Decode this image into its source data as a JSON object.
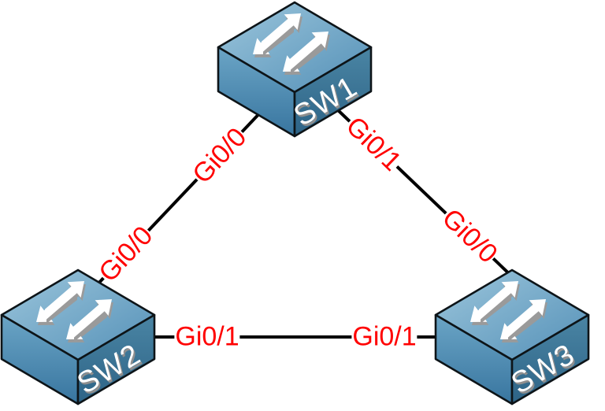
{
  "diagram": {
    "type": "network-topology",
    "description": "Three Cisco switches connected in a triangle",
    "background_color": "#ffffff",
    "link_color": "#000000",
    "interface_label_color": "#ff0000",
    "node_label_color": "#ffffff",
    "switch_top_color": "#8fbcd6",
    "switch_side_color": "#38759f",
    "nodes": [
      {
        "id": "sw1",
        "label": "SW1",
        "type": "switch"
      },
      {
        "id": "sw2",
        "label": "SW2",
        "type": "switch"
      },
      {
        "id": "sw3",
        "label": "SW3",
        "type": "switch"
      }
    ],
    "links": [
      {
        "from": "SW1",
        "from_interface": "Gi0/0",
        "to": "SW2",
        "to_interface": "Gi0/0"
      },
      {
        "from": "SW1",
        "from_interface": "Gi0/1",
        "to": "SW3",
        "to_interface": "Gi0/0"
      },
      {
        "from": "SW2",
        "from_interface": "Gi0/1",
        "to": "SW3",
        "to_interface": "Gi0/1"
      }
    ]
  }
}
